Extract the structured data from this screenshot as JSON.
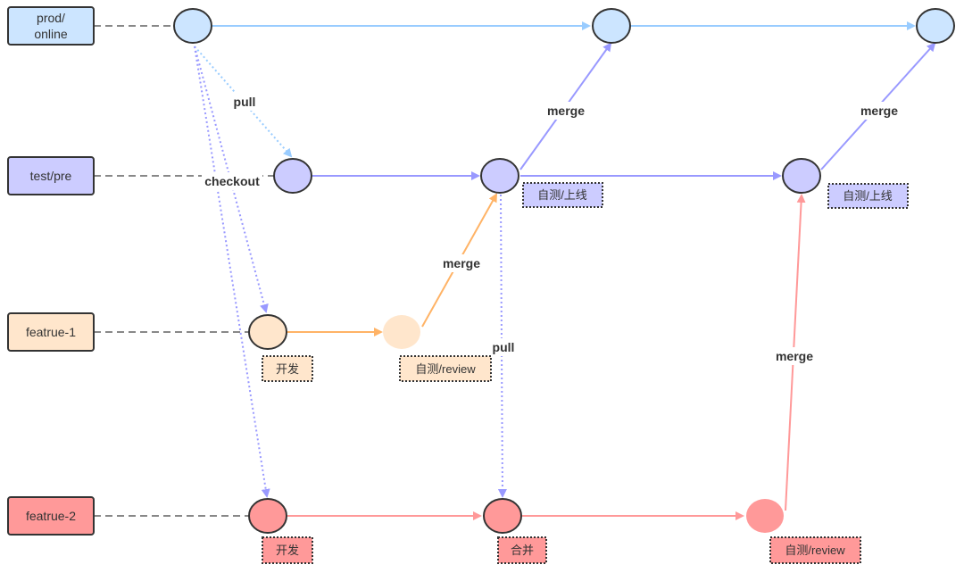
{
  "lanes": {
    "prod": {
      "label_line1": "prod/",
      "label_line2": "online",
      "fill": "#cce5ff",
      "accent": "#99ccff"
    },
    "test": {
      "label": "test/pre",
      "fill": "#ccccff",
      "accent": "#9999ff"
    },
    "f1": {
      "label": "featrue-1",
      "fill": "#ffe6cc",
      "accent": "#ffb366"
    },
    "f2": {
      "label": "featrue-2",
      "fill": "#ff9999",
      "accent": "#ff9999"
    }
  },
  "edge_labels": {
    "pull_top": "pull",
    "checkout": "checkout",
    "merge_test_prod_1": "merge",
    "merge_test_prod_2": "merge",
    "merge_f1_test": "merge",
    "pull_mid": "pull",
    "merge_f2_test": "merge"
  },
  "notes": {
    "test_1": "自测/上线",
    "test_2": "自测/上线",
    "f1_dev": "开发",
    "f1_review": "自测/review",
    "f2_dev": "开发",
    "f2_merge": "合并",
    "f2_review": "自测/review"
  },
  "colors": {
    "stroke": "#333333",
    "dashed_line": "#888888"
  }
}
